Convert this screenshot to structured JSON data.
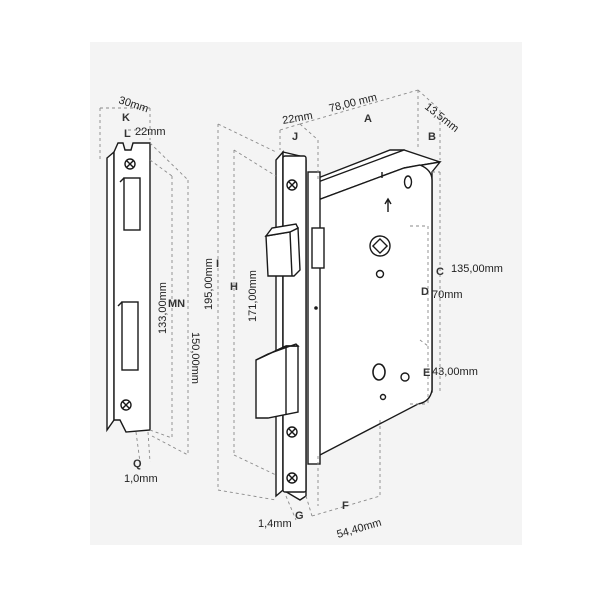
{
  "labels": {
    "A": "A",
    "B": "B",
    "C": "C",
    "D": "D",
    "E": "E",
    "F": "F",
    "G": "G",
    "H": "H",
    "I": "I",
    "J": "J",
    "K": "K",
    "L": "L",
    "MN": "MN",
    "Q": "Q"
  },
  "dimensions": {
    "K": "30mm",
    "L": "22mm",
    "J": "22mm",
    "A": "78,00 mm",
    "B": "13,5mm",
    "C": "135,00mm",
    "D": "70mm",
    "E": "43,00mm",
    "F": "54,40mm",
    "G": "1,4mm",
    "H": "171,00mm",
    "I": "195,00mm",
    "M": "133,00mm",
    "N": "150,00mm",
    "Q": "1,0mm"
  },
  "colors": {
    "background": "#f4f4f4",
    "line": "#1a1a1a",
    "dashed": "#8a8a8a"
  }
}
